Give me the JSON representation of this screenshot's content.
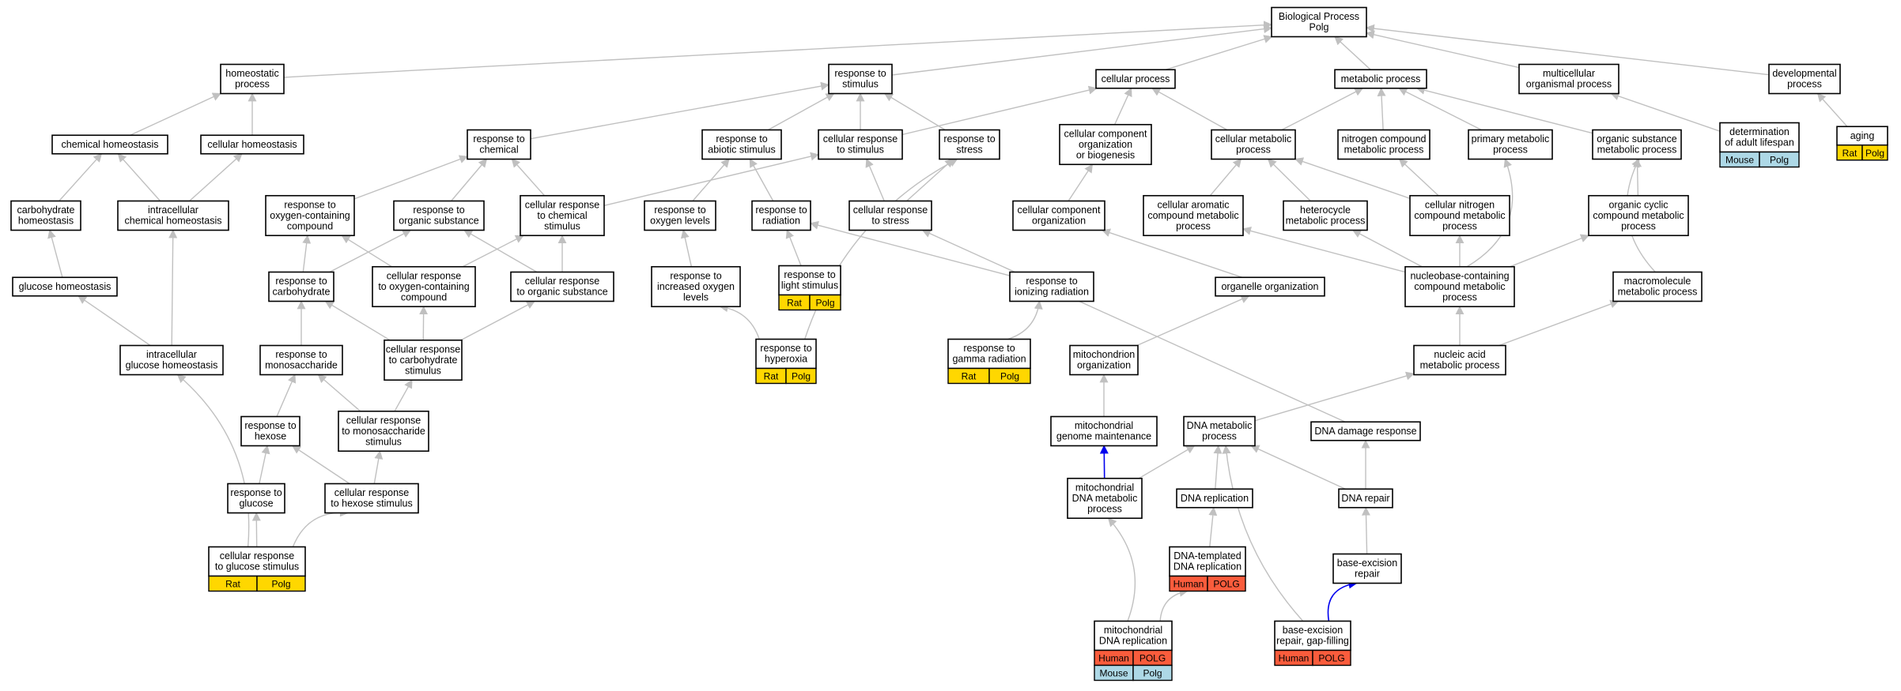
{
  "colors": {
    "edge": "#c0c0c0",
    "highlight_edge": "#0000ee",
    "rat": "#ffd700",
    "mouse": "#add8e6",
    "human": "#fa5c3c"
  },
  "nodes": [
    {
      "id": "bp",
      "lines": [
        "Biological Process",
        "Polg"
      ]
    },
    {
      "id": "homeostatic",
      "lines": [
        "homeostatic",
        "process"
      ]
    },
    {
      "id": "response_stimulus",
      "lines": [
        "response to",
        "stimulus"
      ]
    },
    {
      "id": "cellular_process",
      "lines": [
        "cellular process"
      ]
    },
    {
      "id": "metabolic_process",
      "lines": [
        "metabolic process"
      ]
    },
    {
      "id": "multicellular",
      "lines": [
        "multicellular",
        "organismal process"
      ]
    },
    {
      "id": "developmental",
      "lines": [
        "developmental",
        "process"
      ]
    },
    {
      "id": "chem_homeo",
      "lines": [
        "chemical homeostasis"
      ]
    },
    {
      "id": "cell_homeo",
      "lines": [
        "cellular homeostasis"
      ]
    },
    {
      "id": "resp_chemical",
      "lines": [
        "response to",
        "chemical"
      ]
    },
    {
      "id": "resp_abiotic",
      "lines": [
        "response to",
        "abiotic stimulus"
      ]
    },
    {
      "id": "cell_resp_stimulus",
      "lines": [
        "cellular response",
        "to stimulus"
      ]
    },
    {
      "id": "resp_stress",
      "lines": [
        "response to",
        "stress"
      ]
    },
    {
      "id": "ccob",
      "lines": [
        "cellular component",
        "organization",
        "or biogenesis"
      ]
    },
    {
      "id": "cell_metab",
      "lines": [
        "cellular metabolic",
        "process"
      ]
    },
    {
      "id": "nitrogen_metab",
      "lines": [
        "nitrogen compound",
        "metabolic process"
      ]
    },
    {
      "id": "primary_metab",
      "lines": [
        "primary metabolic",
        "process"
      ]
    },
    {
      "id": "organic_subst_metab",
      "lines": [
        "organic substance",
        "metabolic process"
      ]
    },
    {
      "id": "adult_lifespan",
      "lines": [
        "determination",
        "of adult lifespan"
      ],
      "badges": [
        [
          "Mouse",
          "Polg",
          "mouse"
        ]
      ]
    },
    {
      "id": "aging",
      "lines": [
        "aging"
      ],
      "badges": [
        [
          "Rat",
          "Polg",
          "rat"
        ]
      ]
    },
    {
      "id": "carb_homeo",
      "lines": [
        "carbohydrate",
        "homeostasis"
      ]
    },
    {
      "id": "intra_chem_homeo",
      "lines": [
        "intracellular",
        "chemical homeostasis"
      ]
    },
    {
      "id": "resp_oxy_compound",
      "lines": [
        "response to",
        "oxygen-containing",
        "compound"
      ]
    },
    {
      "id": "resp_organic",
      "lines": [
        "response to",
        "organic substance"
      ]
    },
    {
      "id": "cell_resp_chem",
      "lines": [
        "cellular response",
        "to chemical",
        "stimulus"
      ]
    },
    {
      "id": "resp_oxygen_levels",
      "lines": [
        "response to",
        "oxygen levels"
      ]
    },
    {
      "id": "resp_radiation",
      "lines": [
        "response to",
        "radiation"
      ]
    },
    {
      "id": "cell_resp_stress",
      "lines": [
        "cellular response",
        "to stress"
      ]
    },
    {
      "id": "cc_org",
      "lines": [
        "cellular component",
        "organization"
      ]
    },
    {
      "id": "cell_arom",
      "lines": [
        "cellular aromatic",
        "compound metabolic",
        "process"
      ]
    },
    {
      "id": "heterocycle",
      "lines": [
        "heterocycle",
        "metabolic process"
      ]
    },
    {
      "id": "cell_nitrogen",
      "lines": [
        "cellular nitrogen",
        "compound metabolic",
        "process"
      ]
    },
    {
      "id": "organic_cyclic",
      "lines": [
        "organic cyclic",
        "compound metabolic",
        "process"
      ]
    },
    {
      "id": "glucose_homeo",
      "lines": [
        "glucose homeostasis"
      ]
    },
    {
      "id": "resp_carbohydrate",
      "lines": [
        "response to",
        "carbohydrate"
      ]
    },
    {
      "id": "cell_resp_oxy",
      "lines": [
        "cellular response",
        "to oxygen-containing",
        "compound"
      ]
    },
    {
      "id": "cell_resp_organic",
      "lines": [
        "cellular response",
        "to organic substance"
      ]
    },
    {
      "id": "resp_inc_oxygen",
      "lines": [
        "response to",
        "increased oxygen",
        "levels"
      ]
    },
    {
      "id": "resp_light",
      "lines": [
        "response to",
        "light stimulus"
      ],
      "badges": [
        [
          "Rat",
          "Polg",
          "rat"
        ]
      ]
    },
    {
      "id": "resp_ionizing",
      "lines": [
        "response to",
        "ionizing radiation"
      ]
    },
    {
      "id": "organelle_org",
      "lines": [
        "organelle organization"
      ]
    },
    {
      "id": "nucleobase",
      "lines": [
        "nucleobase-containing",
        "compound metabolic",
        "process"
      ]
    },
    {
      "id": "macromolecule",
      "lines": [
        "macromolecule",
        "metabolic process"
      ]
    },
    {
      "id": "intra_glucose_homeo",
      "lines": [
        "intracellular",
        "glucose homeostasis"
      ]
    },
    {
      "id": "resp_monosaccharide",
      "lines": [
        "response to",
        "monosaccharide"
      ]
    },
    {
      "id": "cell_resp_carb",
      "lines": [
        "cellular response",
        "to carbohydrate",
        "stimulus"
      ]
    },
    {
      "id": "resp_hyperoxia",
      "lines": [
        "response to",
        "hyperoxia"
      ],
      "badges": [
        [
          "Rat",
          "Polg",
          "rat"
        ]
      ]
    },
    {
      "id": "resp_gamma",
      "lines": [
        "response to",
        "gamma radiation"
      ],
      "badges": [
        [
          "Rat",
          "Polg",
          "rat"
        ]
      ]
    },
    {
      "id": "mito_org",
      "lines": [
        "mitochondrion",
        "organization"
      ]
    },
    {
      "id": "nucleic_acid",
      "lines": [
        "nucleic acid",
        "metabolic process"
      ]
    },
    {
      "id": "resp_hexose",
      "lines": [
        "response to",
        "hexose"
      ]
    },
    {
      "id": "cell_resp_mono",
      "lines": [
        "cellular response",
        "to monosaccharide",
        "stimulus"
      ]
    },
    {
      "id": "mito_genome",
      "lines": [
        "mitochondrial",
        "genome maintenance"
      ]
    },
    {
      "id": "dna_metab",
      "lines": [
        "DNA metabolic",
        "process"
      ]
    },
    {
      "id": "dna_damage",
      "lines": [
        "DNA damage response"
      ]
    },
    {
      "id": "resp_glucose",
      "lines": [
        "response to",
        "glucose"
      ]
    },
    {
      "id": "cell_resp_hexose",
      "lines": [
        "cellular response",
        "to hexose stimulus"
      ]
    },
    {
      "id": "mito_dna_metab",
      "lines": [
        "mitochondrial",
        "DNA metabolic",
        "process"
      ]
    },
    {
      "id": "dna_replication",
      "lines": [
        "DNA replication"
      ]
    },
    {
      "id": "dna_repair",
      "lines": [
        "DNA repair"
      ]
    },
    {
      "id": "cell_resp_glucose",
      "lines": [
        "cellular response",
        "to glucose stimulus"
      ],
      "badges": [
        [
          "Rat",
          "Polg",
          "rat"
        ]
      ]
    },
    {
      "id": "dna_templated",
      "lines": [
        "DNA-templated",
        "DNA replication"
      ],
      "badges": [
        [
          "Human",
          "POLG",
          "human"
        ]
      ]
    },
    {
      "id": "ber",
      "lines": [
        "base-excision",
        "repair"
      ]
    },
    {
      "id": "mito_dna_rep",
      "lines": [
        "mitochondrial",
        "DNA replication"
      ],
      "badges": [
        [
          "Human",
          "POLG",
          "human"
        ],
        [
          "Mouse",
          "Polg",
          "mouse"
        ]
      ]
    },
    {
      "id": "ber_gap",
      "lines": [
        "base-excision",
        "repair, gap-filling"
      ],
      "badges": [
        [
          "Human",
          "POLG",
          "human"
        ]
      ]
    }
  ]
}
